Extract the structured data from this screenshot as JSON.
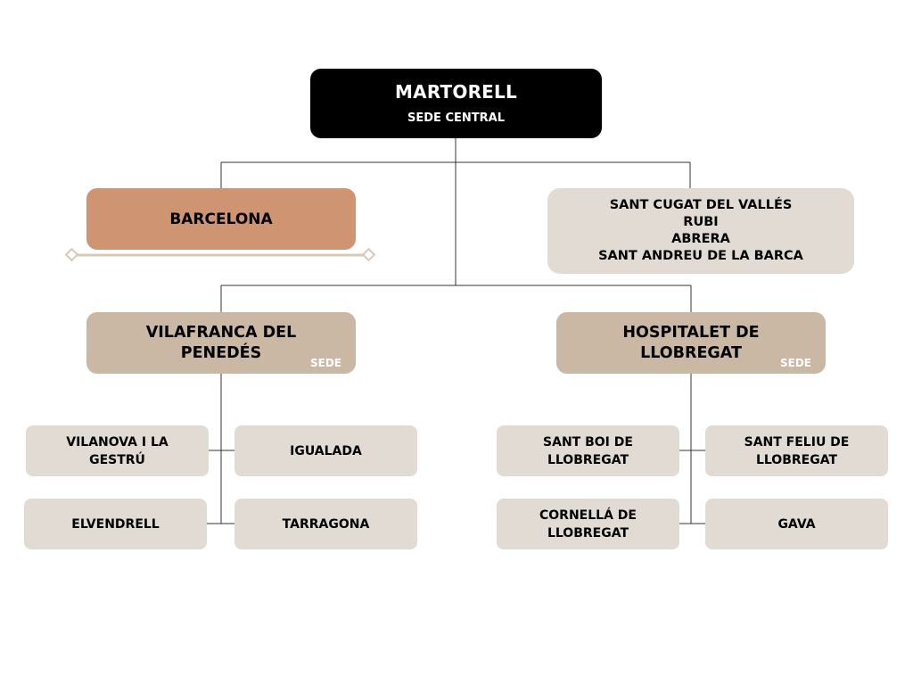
{
  "root": {
    "title": "MARTORELL",
    "subtitle": "SEDE CENTRAL"
  },
  "barcelona": {
    "label": "BARCELONA"
  },
  "multi": {
    "lines": [
      "SANT CUGAT DEL VALLÉS",
      "RUBI",
      "ABRERA",
      "SANT ANDREU DE LA BARCA"
    ]
  },
  "vilafranca": {
    "lines": [
      "VILAFRANCA DEL",
      "PENEDÉS"
    ],
    "badge": "SEDE"
  },
  "hospitalet": {
    "lines": [
      "HOSPITALET DE",
      "LLOBREGAT"
    ],
    "badge": "SEDE"
  },
  "left_leaves": [
    {
      "lines": [
        "VILANOVA I LA",
        "GESTRÚ"
      ]
    },
    {
      "lines": [
        "IGUALADA"
      ]
    },
    {
      "lines": [
        "ELVENDRELL"
      ]
    },
    {
      "lines": [
        "TARRAGONA"
      ]
    }
  ],
  "right_leaves": [
    {
      "lines": [
        "SANT BOI DE",
        "LLOBREGAT"
      ]
    },
    {
      "lines": [
        "SANT FELIU DE",
        "LLOBREGAT"
      ]
    },
    {
      "lines": [
        "CORNELLÁ DE",
        "LLOBREGAT"
      ]
    },
    {
      "lines": [
        "GAVA"
      ]
    }
  ],
  "colors": {
    "root_bg": "#000000",
    "barcelona_bg": "#cf9472",
    "sede_bg": "#cab7a4",
    "leaf_bg": "#e1dbd3",
    "connector": "#333333",
    "decor_line": "#d8c8b6"
  }
}
